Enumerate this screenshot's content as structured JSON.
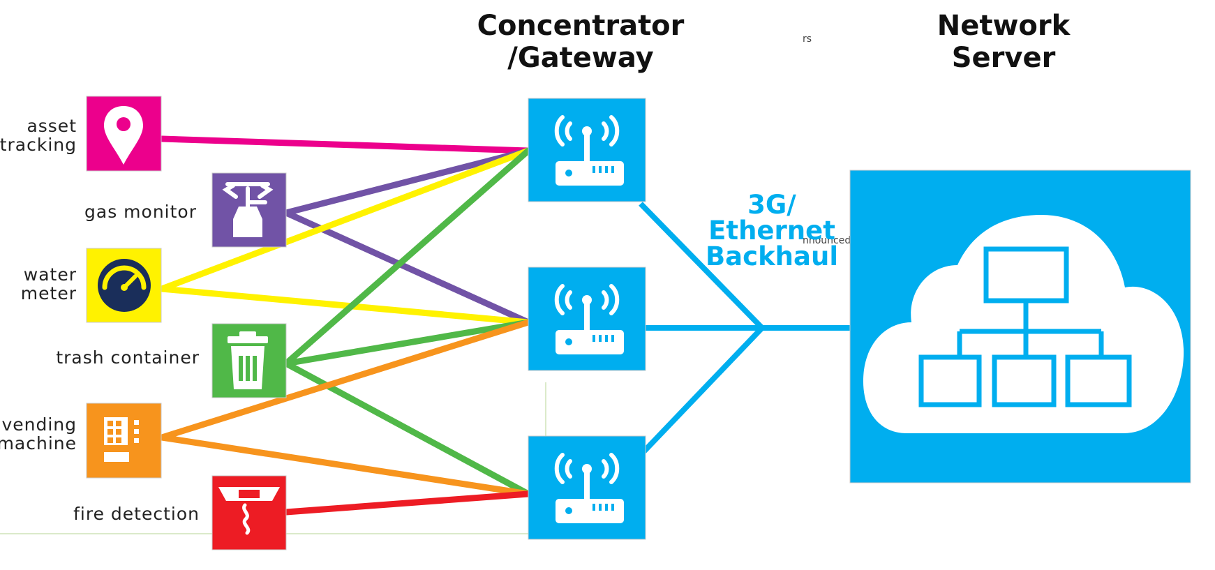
{
  "headers": {
    "gateway": [
      "Concentrator",
      "/Gateway"
    ],
    "server": [
      "Network",
      "Server"
    ]
  },
  "backhaul": {
    "lines": [
      "3G/",
      "Ethernet",
      "Backhaul"
    ],
    "color": "#00aeef",
    "fragments": [
      "nnounced",
      "rs"
    ]
  },
  "devices": [
    {
      "id": "asset-tracking",
      "label": [
        "asset",
        "tracking"
      ],
      "color": "#ec008c",
      "icon": "map-pin-icon"
    },
    {
      "id": "gas-monitor",
      "label": [
        "gas monitor"
      ],
      "color": "#7153a6",
      "icon": "gas-canister-icon"
    },
    {
      "id": "water-meter",
      "label": [
        "water",
        "meter"
      ],
      "color": "#fff200",
      "icon": "gauge-icon"
    },
    {
      "id": "trash-container",
      "label": [
        "trash container"
      ],
      "color": "#50b848",
      "icon": "trash-can-icon"
    },
    {
      "id": "vending-machine",
      "label": [
        "vending",
        "machine"
      ],
      "color": "#f7941d",
      "icon": "vending-machine-icon"
    },
    {
      "id": "fire-detection",
      "label": [
        "fire detection"
      ],
      "color": "#ed1c24",
      "icon": "smoke-detector-icon"
    }
  ],
  "gateways": [
    {
      "id": "gateway-1",
      "icon": "antenna-router-icon"
    },
    {
      "id": "gateway-2",
      "icon": "antenna-router-icon"
    },
    {
      "id": "gateway-3",
      "icon": "antenna-router-icon"
    }
  ],
  "server": {
    "icon": "cloud-network-icon",
    "color": "#00aeef"
  },
  "connections": [
    {
      "from": "asset-tracking",
      "to": "gateway-1"
    },
    {
      "from": "gas-monitor",
      "to": "gateway-1"
    },
    {
      "from": "gas-monitor",
      "to": "gateway-2"
    },
    {
      "from": "water-meter",
      "to": "gateway-1"
    },
    {
      "from": "water-meter",
      "to": "gateway-2"
    },
    {
      "from": "trash-container",
      "to": "gateway-1"
    },
    {
      "from": "trash-container",
      "to": "gateway-2"
    },
    {
      "from": "trash-container",
      "to": "gateway-3"
    },
    {
      "from": "vending-machine",
      "to": "gateway-2"
    },
    {
      "from": "vending-machine",
      "to": "gateway-3"
    },
    {
      "from": "fire-detection",
      "to": "gateway-3"
    }
  ]
}
